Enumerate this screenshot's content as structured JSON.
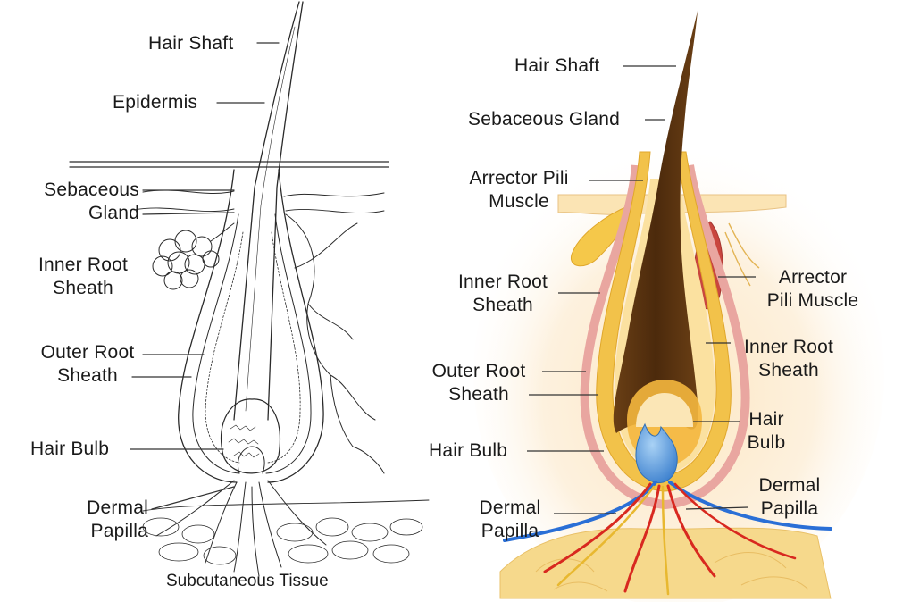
{
  "left_diagram": {
    "hair_shaft": "Hair Shaft",
    "epidermis": "Epidermis",
    "sebaceous_gland": [
      "Sebaceous",
      "Gland"
    ],
    "inner_root_sheath": [
      "Inner Root",
      "Sheath"
    ],
    "outer_root_sheath": [
      "Outer Root",
      "Sheath"
    ],
    "hair_bulb": "Hair Bulb",
    "dermal_papilla": [
      "Dermal",
      "Papilla"
    ],
    "subcutaneous_tissue": "Subcutaneous Tissue"
  },
  "right_diagram": {
    "hair_shaft": "Hair Shaft",
    "sebaceous_gland": "Sebaceous Gland",
    "arrector_pili_muscle_left": [
      "Arrector Pili",
      "Muscle"
    ],
    "inner_root_sheath_left": [
      "Inner Root",
      "Sheath"
    ],
    "outer_root_sheath": [
      "Outer Root",
      "Sheath"
    ],
    "hair_bulb_left": "Hair Bulb",
    "dermal_papilla_left": [
      "Dermal",
      "Papilla"
    ],
    "arrector_pili_muscle_right": [
      "Arrector",
      "Pili Muscle"
    ],
    "inner_root_sheath_right": [
      "Inner Root",
      "Sheath"
    ],
    "hair_bulb_right": [
      "Hair",
      "Bulb"
    ],
    "dermal_papilla_right": [
      "Dermal",
      "Papilla"
    ]
  },
  "colors": {
    "hair_shaft": "#5a3510",
    "outer_sheath": "#f2c24a",
    "inner_sheath": "#f7d98a",
    "pink_layer": "#e9a6a0",
    "papilla": "#4a90d9",
    "muscle": "#c9463e",
    "artery": "#d8281f",
    "vein": "#2a6fd6",
    "tissue": "#f6d98c",
    "line_art": "#2a2a2a"
  }
}
